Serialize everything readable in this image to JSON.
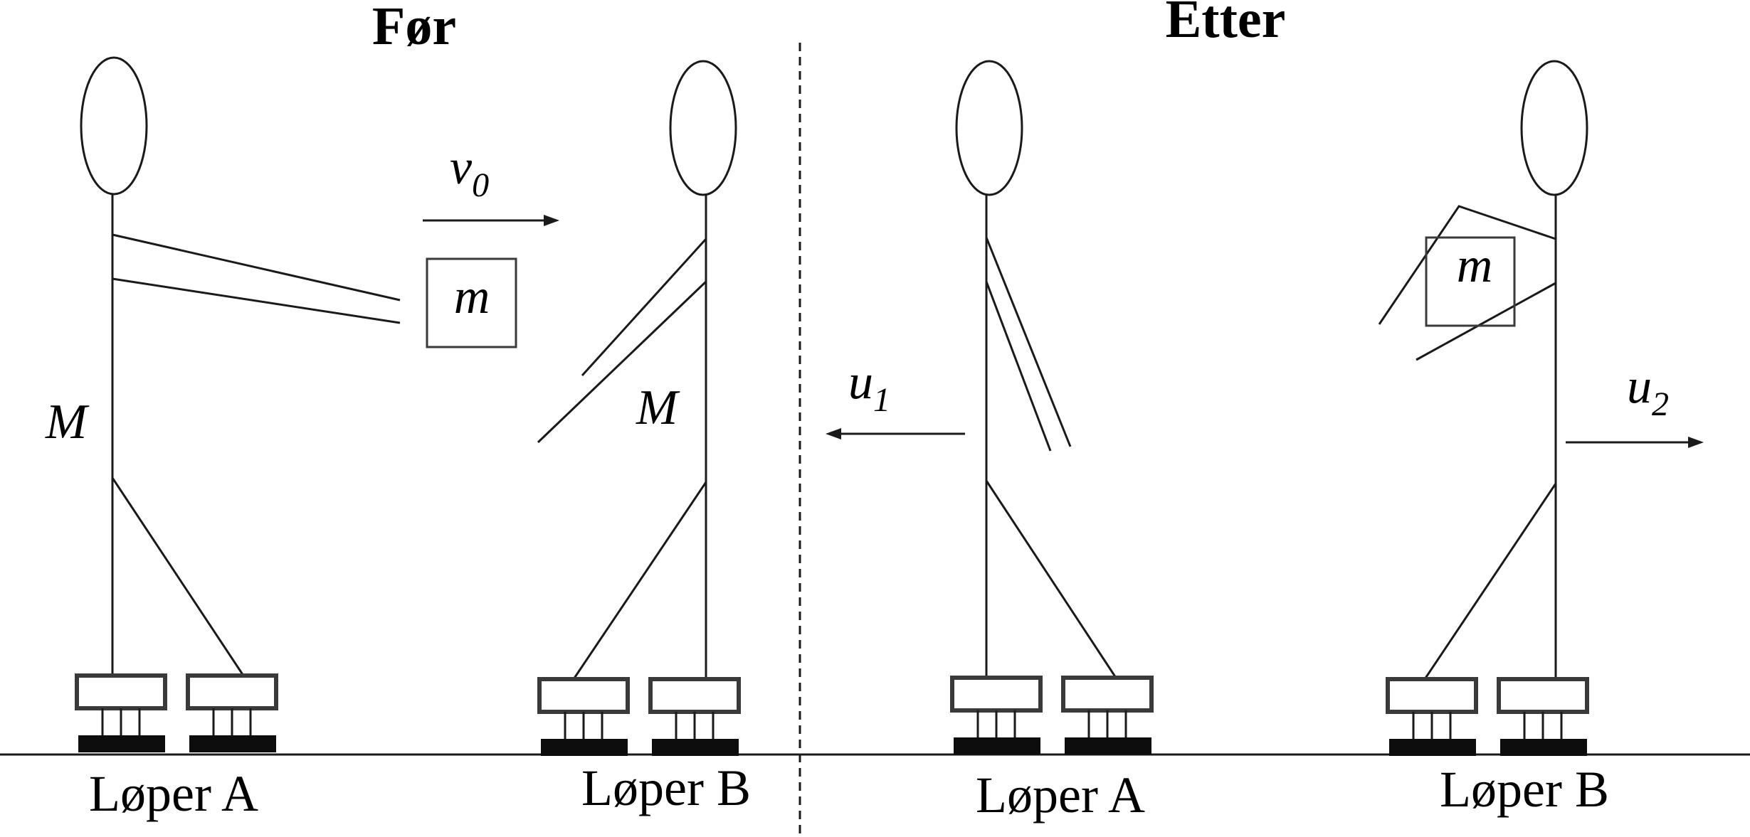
{
  "headings": {
    "before": "Før",
    "after": "Etter"
  },
  "captions": {
    "before_a": "Løper A",
    "before_b": "Løper B",
    "after_a": "Løper A",
    "after_b": "Løper B"
  },
  "symbols": {
    "mass_big_a": "M",
    "mass_big_b": "M",
    "mass_small_before": "m",
    "mass_small_after": "m",
    "v0": {
      "base": "v",
      "sub": "0"
    },
    "u1": {
      "base": "u",
      "sub": "1"
    },
    "u2": {
      "base": "u",
      "sub": "2"
    }
  }
}
